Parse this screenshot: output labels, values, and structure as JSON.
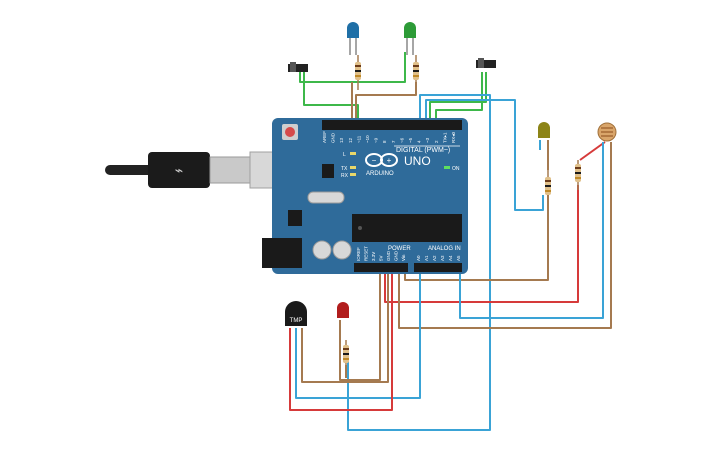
{
  "board": {
    "brand": "ARDUINO",
    "model": "UNO",
    "digital_label": "DIGITAL (PWM~)",
    "power_label": "POWER",
    "analog_label": "ANALOG IN",
    "on_label": "ON",
    "l_label": "L",
    "tx_label": "TX",
    "rx_label": "RX",
    "digital_pins": [
      "AREF",
      "GND",
      "13",
      "12",
      "~11",
      "~10",
      "~9",
      "8",
      "7",
      "~6",
      "~5",
      "4",
      "~3",
      "2",
      "TX▸1",
      "RX◂0"
    ],
    "power_pins": [
      "IOREF",
      "RESET",
      "3.3V",
      "5V",
      "GND",
      "GND",
      "Vin"
    ],
    "analog_pins": [
      "A0",
      "A1",
      "A2",
      "A3",
      "A4",
      "A5"
    ]
  },
  "components": {
    "tmp_sensor_label": "TMP"
  },
  "colors": {
    "board": "#2f6b9a",
    "wire_red": "#d63a3a",
    "wire_blue": "#3aa3d6",
    "wire_green": "#3db84a",
    "wire_brown": "#a57a50",
    "led_blue": "#1f6fa6",
    "led_green": "#2d9b37",
    "led_yellow": "#8c8417",
    "led_red": "#b11d1d"
  }
}
